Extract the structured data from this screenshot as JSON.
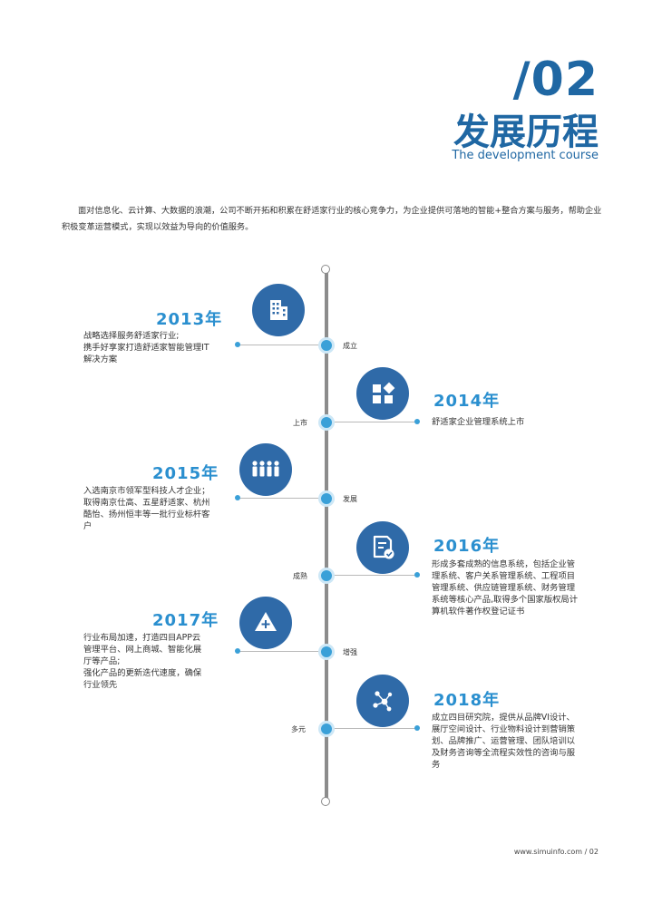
{
  "header": {
    "number": "/02",
    "title": "发展历程",
    "subtitle": "The development course"
  },
  "intro": "面对信息化、云计算、大数据的浪潮，公司不断开拓和积累在舒适家行业的核心竞争力，为企业提供可落地的智能+整合方案与服务，帮助企业积极变革运营模式，实现以效益为导向的价值服务。",
  "timeline": [
    {
      "year": "2013年",
      "stage": "成立",
      "icon": "building-icon",
      "desc": [
        "战略选择服务舒适家行业;",
        "携手好享家打造舒适家智能管理IT",
        "解决方案"
      ]
    },
    {
      "year": "2014年",
      "stage": "上市",
      "icon": "grid-blocks-icon",
      "desc": [
        "舒适家企业管理系统上市"
      ]
    },
    {
      "year": "2015年",
      "stage": "发展",
      "icon": "team-icon",
      "desc": [
        "入选南京市领军型科技人才企业；",
        "取得南京仕高、五星舒适家、杭州",
        "酷怡、扬州恒丰等一批行业标杆客",
        "户"
      ]
    },
    {
      "year": "2016年",
      "stage": "成熟",
      "icon": "document-check-icon",
      "desc": [
        "形成多套成熟的信息系统，包括企业管",
        "理系统、客户关系管理系统、工程项目",
        "管理系统、供应链管理系统、财务管理",
        "系统等核心产品,取得多个国家版权局计",
        "算机软件著作权登记证书"
      ]
    },
    {
      "year": "2017年",
      "stage": "增强",
      "icon": "triangle-plus-icon",
      "desc": [
        "行业布局加速，打造四目APP云",
        "管理平台、网上商城、智能化展",
        "厅等产品;",
        "强化产品的更新迭代速度，确保",
        "行业领先"
      ]
    },
    {
      "year": "2018年",
      "stage": "多元",
      "icon": "network-icon",
      "desc": [
        "成立四目研究院，提供从品牌VI设计、",
        "展厅空间设计、行业物料设计到营销策",
        "划、品牌推广、运营管理、团队培训以",
        "及财务咨询等全流程实效性的咨询与服",
        "务"
      ]
    }
  ],
  "footer": "www.simuinfo.com / 02",
  "colors": {
    "primary": "#1f67a3",
    "accent": "#2a8fcf",
    "circle": "#2f6aa8",
    "node": "#3aa0d8"
  }
}
